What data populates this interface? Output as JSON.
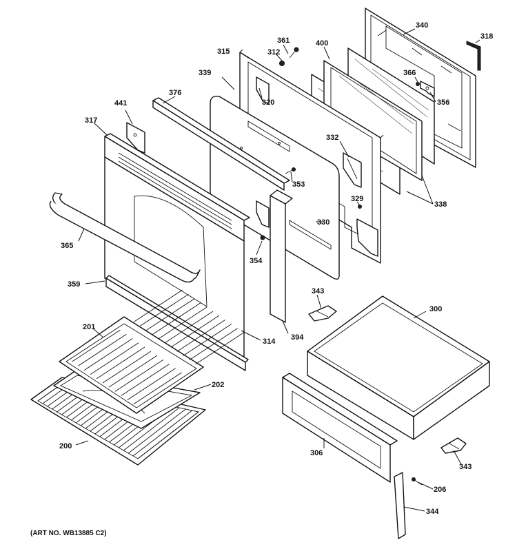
{
  "diagram": {
    "art_number": "(ART NO. WB13885 C2)",
    "callouts": {
      "c200": "200",
      "c201": "201",
      "c202": "202",
      "c206": "206",
      "c300": "300",
      "c306": "306",
      "c312": "312",
      "c314": "314",
      "c315": "315",
      "c317": "317",
      "c318": "318",
      "c320": "320",
      "c329": "329",
      "c330": "330",
      "c332": "332",
      "c338": "338",
      "c339": "339",
      "c340": "340",
      "c343a": "343",
      "c343b": "343",
      "c344": "344",
      "c353": "353",
      "c354": "354",
      "c356": "356",
      "c359": "359",
      "c361": "361",
      "c365": "365",
      "c366": "366",
      "c376": "376",
      "c394": "394",
      "c400": "400",
      "c441": "441"
    }
  }
}
